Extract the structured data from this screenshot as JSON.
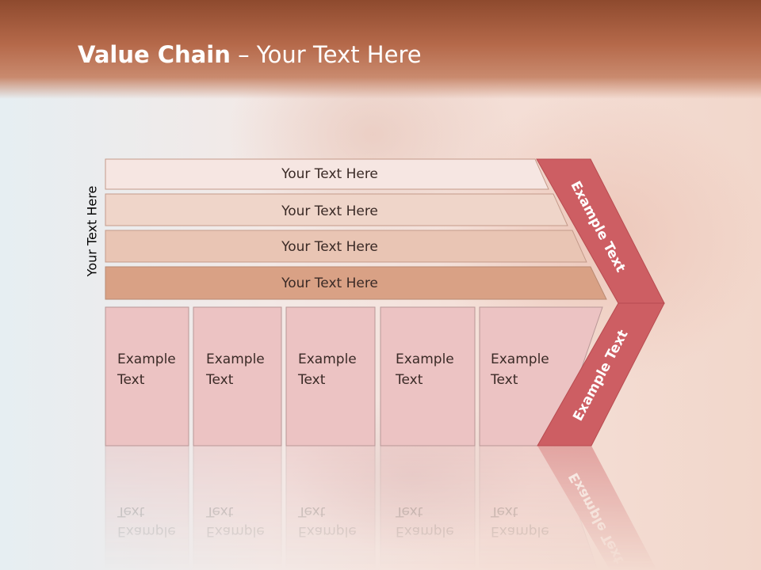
{
  "slide": {
    "title_bold": "Value Chain",
    "title_rest": " – Your Text Here",
    "vertical_label": "Your Text Here"
  },
  "bars": [
    {
      "label": "Your Text Here"
    },
    {
      "label": "Your Text Here"
    },
    {
      "label": "Your Text Here"
    },
    {
      "label": "Your Text Here"
    }
  ],
  "cells": [
    {
      "line1": "Example",
      "line2": "Text"
    },
    {
      "line1": "Example",
      "line2": "Text"
    },
    {
      "line1": "Example",
      "line2": "Text"
    },
    {
      "line1": "Example",
      "line2": "Text"
    },
    {
      "line1": "Example",
      "line2": "Text"
    }
  ],
  "chevron": {
    "upper": "Example Text",
    "lower": "Example Text"
  },
  "colors": {
    "header": "#b5694a",
    "bar1": "#f6e6e2",
    "bar2": "#efd5c9",
    "bar3": "#e9c5b4",
    "bar4": "#d9a185",
    "cell": "#ecc3c3",
    "chevron": "#cd5e63"
  }
}
